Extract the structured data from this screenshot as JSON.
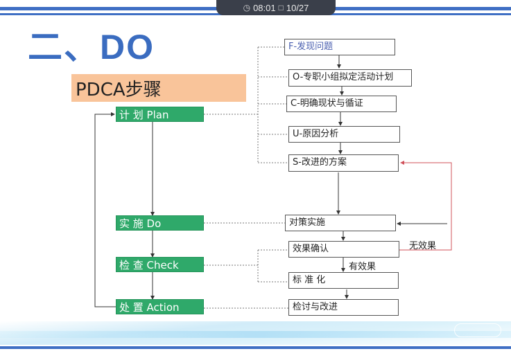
{
  "status_bar": {
    "clock_icon": "clock-icon",
    "time": "08:01",
    "page_icon": "page-icon",
    "page": "10/27"
  },
  "slide": {
    "title": "二、DO",
    "section_label": "PDCA步骤",
    "pdca_steps": [
      {
        "label": "计  划 Plan"
      },
      {
        "label": "实  施   Do"
      },
      {
        "label": "检  查 Check"
      },
      {
        "label": "处  置 Action"
      }
    ],
    "plan_substeps": [
      {
        "label": "F-发现问题"
      },
      {
        "label": "O-专职小组拟定活动计划"
      },
      {
        "label": "C-明确现状与循证"
      },
      {
        "label": "U-原因分析"
      },
      {
        "label": "S-改进的方案"
      }
    ],
    "execution_steps": [
      {
        "label": "对策实施"
      },
      {
        "label": "效果确认"
      },
      {
        "label": "标 准 化"
      },
      {
        "label": "检讨与改进"
      }
    ],
    "branch_labels": {
      "ineffective": "无效果",
      "effective": "有效果"
    }
  },
  "colors": {
    "accent_blue": "#3a6cc0",
    "step_green": "#2fa96a",
    "section_orange": "#f9c49a",
    "feedback_red": "#d0505a",
    "f_step_blue": "#4a5fb0"
  }
}
